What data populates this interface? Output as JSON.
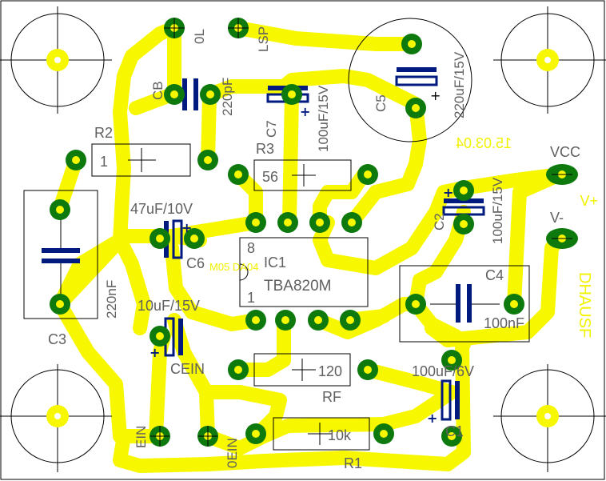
{
  "colors": {
    "track": "#f7f700",
    "pad": "#0e7a0e",
    "pad_hole": "#f7f700",
    "body": "#001a80",
    "outline": "#000000",
    "label": "#606060",
    "copper_text": "#f2f200"
  },
  "labels": {
    "ol": "0L",
    "lsp": "LSP",
    "cb": "CB",
    "cb_val": "220pF",
    "c7": "C7",
    "c7_val": "100uF/15V",
    "c5": "C5",
    "c5_val": "220uF/15V",
    "r2": "R2",
    "r2_val": "1",
    "r3": "R3",
    "r3_val": "56",
    "vcc": "VCC",
    "vminus": "V-",
    "c2": "C2",
    "c2_val": "100uF/15V",
    "c6_val": "47uF/10V",
    "c6": "C6",
    "ic_name": "IC1",
    "ic_part": "TBA820M",
    "ic_pin8": "8",
    "ic_pin1": "1",
    "c4": "C4",
    "c4_val": "100nF",
    "c3": "C3",
    "c3_val": "220nF",
    "cein_val": "10uF/15V",
    "cein": "CEIN",
    "rf_val": "120",
    "rf": "RF",
    "c1_val": "100uF/6V",
    "c1": "C1",
    "ein": "EIN",
    "oein": "0EIN",
    "r1_val": "10k",
    "r1": "R1",
    "copper_date": "15.03.04",
    "copper_plus": "+V",
    "copper_name": "DHAUSF",
    "copper_ref": "M05 DA04"
  }
}
